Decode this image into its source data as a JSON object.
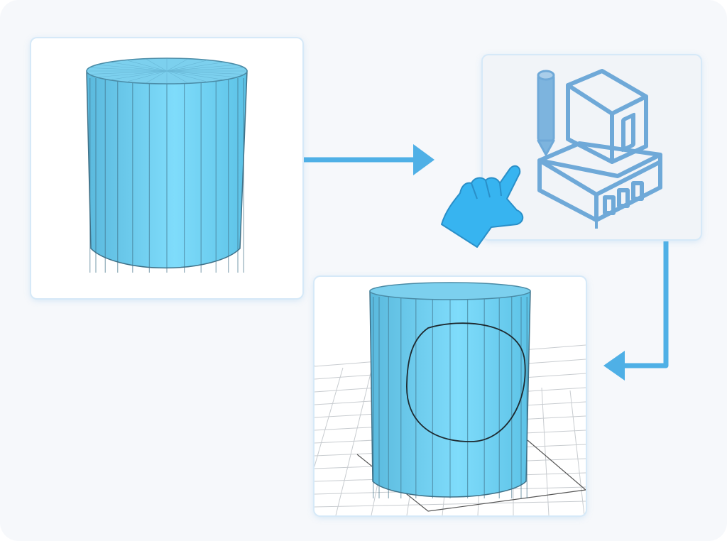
{
  "diagram": {
    "panels": [
      {
        "id": "source",
        "content": "plain-cylinder"
      },
      {
        "id": "tool",
        "content": "sketch-tool-icon"
      },
      {
        "id": "result",
        "content": "cylinder-with-sketched-circle"
      }
    ],
    "connectors": [
      {
        "from": "source",
        "to": "tool",
        "style": "arrow"
      },
      {
        "from": "tool",
        "to": "result",
        "style": "elbow-arrow"
      }
    ],
    "icons": [
      "cylinder-icon",
      "pencil-icon",
      "house-icon",
      "hand-pointer-icon",
      "arrow-right-icon",
      "arrow-left-icon"
    ],
    "colors": {
      "accent": "#4fb0e6",
      "cylinder_face": "#7ad2f2",
      "cylinder_edge": "#3c6f8a",
      "tool_icon": "#6fa9d8",
      "hand": "#37b4f0",
      "background": "#f6f8fb"
    }
  }
}
